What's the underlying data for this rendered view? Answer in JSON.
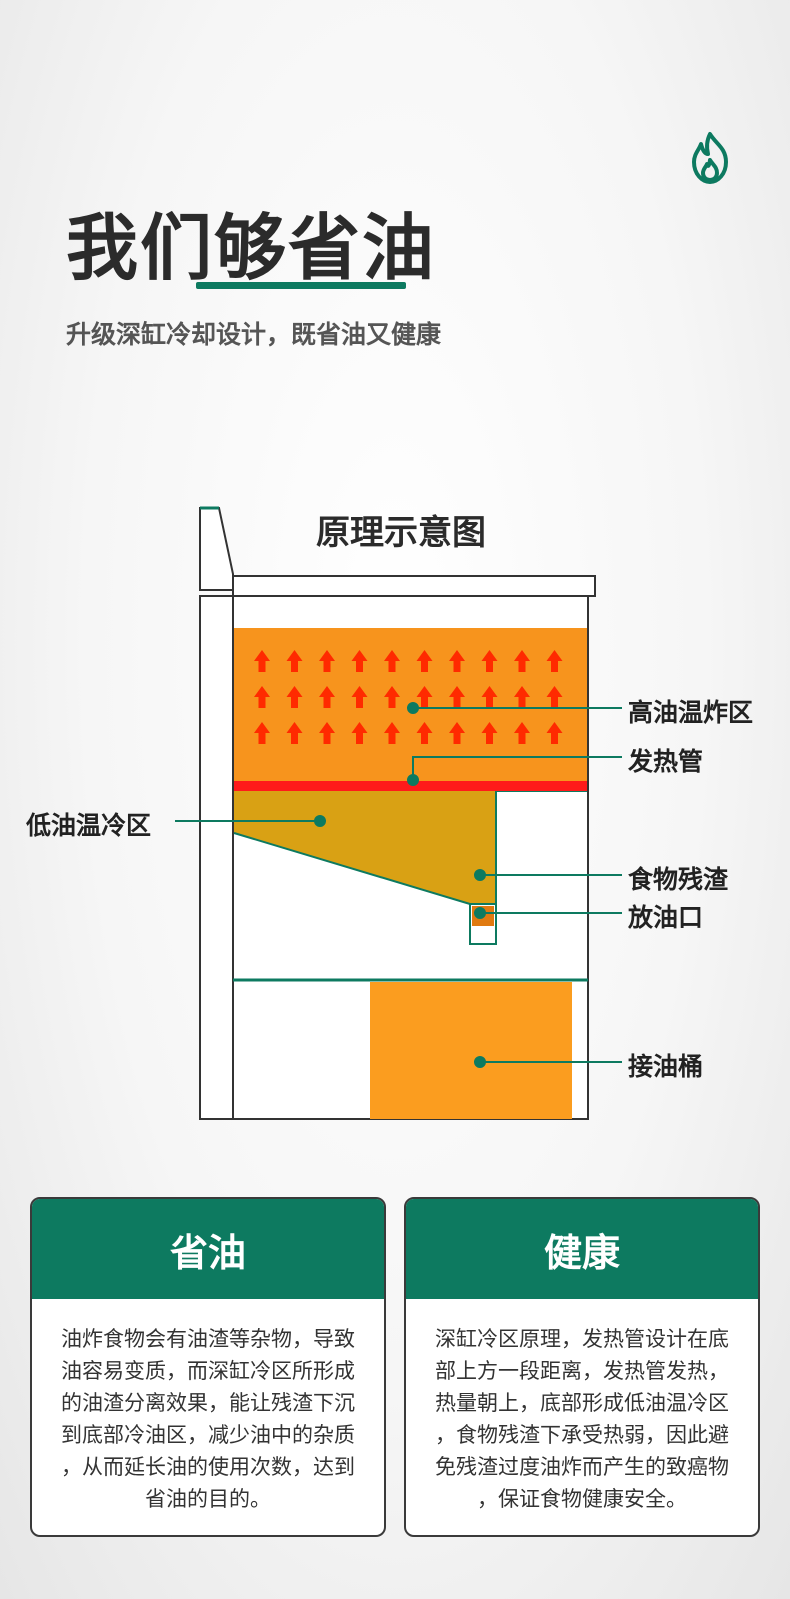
{
  "header": {
    "title": "我们够省油",
    "subtitle": "升级深缸冷却设计，既省油又健康",
    "icon": "flame-icon"
  },
  "diagram": {
    "title": "原理示意图",
    "labels": {
      "high_temp": "高油温炸区",
      "heating_tube": "发热管",
      "low_temp": "低油温冷区",
      "residue": "食物残渣",
      "outlet": "放油口",
      "bucket": "接油桶"
    },
    "colors": {
      "accent": "#0d7a60",
      "hot_oil": "#f7941d",
      "cool_oil": "#d9a114",
      "heater": "#ff1a1a",
      "arrow": "#ff2a00"
    }
  },
  "cards": [
    {
      "title": "省油",
      "lines": [
        "油炸食物会有油渣等杂物，导致",
        "油容易变质，而深缸冷区所形成",
        "的油渣分离效果，能让残渣下沉",
        "到底部冷油区，减少油中的杂质",
        "，从而延长油的使用次数，达到",
        "省油的目的。"
      ]
    },
    {
      "title": "健康",
      "lines": [
        "深缸冷区原理，发热管设计在底",
        "部上方一段距离，发热管发热，",
        "热量朝上，底部形成低油温冷区",
        "，食物残渣下承受热弱，因此避",
        "免残渣过度油炸而产生的致癌物",
        "，保证食物健康安全。"
      ]
    }
  ]
}
